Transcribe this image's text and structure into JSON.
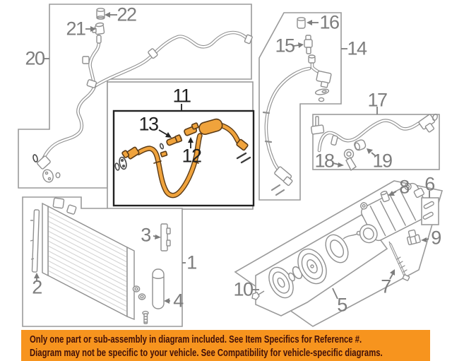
{
  "callouts": [
    "1",
    "2",
    "3",
    "4",
    "5",
    "6",
    "7",
    "8",
    "9",
    "10",
    "11",
    "12",
    "13",
    "14",
    "15",
    "16",
    "17",
    "18",
    "19",
    "20",
    "21",
    "22"
  ],
  "highlighted_callouts": [
    "11",
    "12",
    "13"
  ],
  "banner": {
    "line1": "Only one part or sub-assembly in diagram included. See Item Specifics for Reference #.",
    "line2": "Diagram may not be specific to your vehicle. See Compatibility for vehicle-specific diagrams.",
    "bg_color": "#F7941E",
    "text_color": "#41100A"
  },
  "colors": {
    "highlight_part": "#F0A33C",
    "highlight_outline": "#5A3A16",
    "diagram_lines": "#8F8F8F",
    "label_gray": "#7D7D7D",
    "label_black": "#1F1F1F",
    "background": "#FFFFFF"
  }
}
